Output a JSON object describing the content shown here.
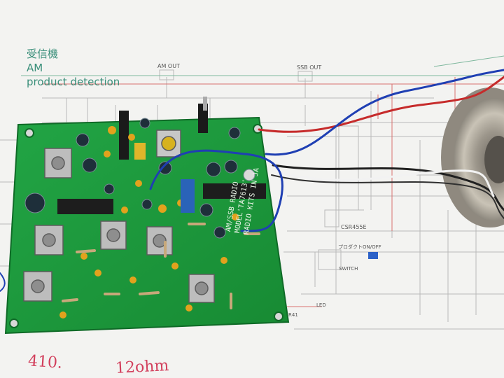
{
  "document": {
    "title_jp": "受信機",
    "title_am": "AM",
    "title_mode": "product detection",
    "labels": {
      "am_out": "AM OUT",
      "ssb_out": "SSB OUT",
      "csr": "CSR455E",
      "prog_switch": "プロダクトON/OFF",
      "switch": "SWITCH",
      "led": "LED",
      "r41": "R41"
    }
  },
  "handwriting": {
    "left": "410.",
    "right": "12ohm"
  },
  "pcb": {
    "silkscreen_line1": "AM/SSB RADIO",
    "silkscreen_line2": "MODEL'TA7613'",
    "silkscreen_line3": "RADIO KITS IN JA",
    "color": "#1f9a3c"
  },
  "colors": {
    "paper": "#f4f4f2",
    "schematic_lines": "#b7b7b7",
    "wire_blue": "#1f3fb3",
    "wire_red": "#c62b2b",
    "wire_black": "#202020",
    "wire_white": "#f2f2f2",
    "speaker": "#b9b2a4"
  }
}
